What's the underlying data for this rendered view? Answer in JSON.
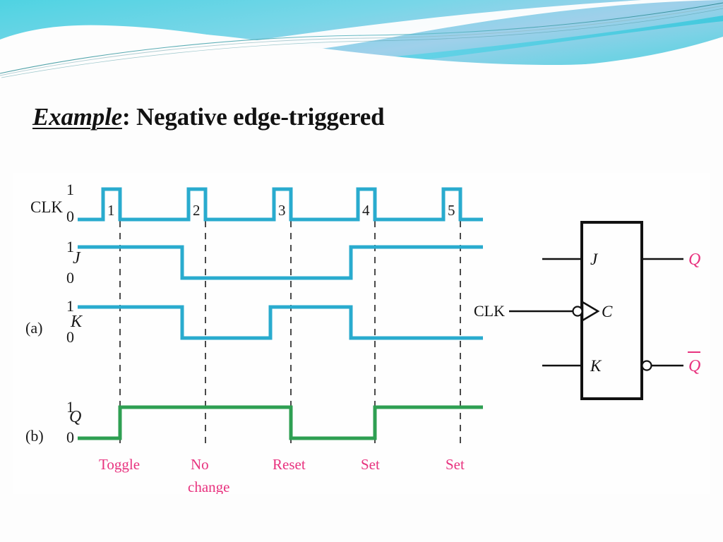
{
  "slide": {
    "title_emphasis": "Example",
    "title_rest": ": Negative edge-triggered",
    "background_color": "#fdfdfd",
    "banner_accent_color": "#3cc8e0"
  },
  "figure": {
    "part_a_label": "(a)",
    "part_b_label": "(b)",
    "signals": [
      {
        "name": "CLK",
        "high_label": "1",
        "low_label": "0",
        "color": "#29abce"
      },
      {
        "name": "J",
        "high_label": "1",
        "low_label": "0",
        "color": "#29abce"
      },
      {
        "name": "K",
        "high_label": "1",
        "low_label": "0",
        "color": "#29abce"
      },
      {
        "name": "Q",
        "high_label": "1",
        "low_label": "0",
        "color": "#2e9f52"
      }
    ],
    "clock_pulse_numbers": [
      "1",
      "2",
      "3",
      "4",
      "5"
    ],
    "annotations": [
      {
        "text": "Toggle",
        "color": "#e8337f"
      },
      {
        "text": "No",
        "second_line": "change",
        "color": "#e8337f"
      },
      {
        "text": "Reset",
        "color": "#e8337f"
      },
      {
        "text": "Set",
        "color": "#e8337f"
      },
      {
        "text": "Set",
        "color": "#e8337f"
      }
    ],
    "annotation_color": "#e8337f"
  },
  "symbol": {
    "input_j_label": "J",
    "input_c_label": "C",
    "input_k_label": "K",
    "clk_label": "CLK",
    "output_q_label": "Q",
    "output_qbar_label": "Q",
    "output_qbar_overbar": "̅",
    "output_color": "#e8337f",
    "body_color": "#111111"
  },
  "chart_data": {
    "type": "line",
    "title": "Negative edge-triggered JK flip-flop timing diagram",
    "xlabel": "",
    "ylabel": "",
    "x_range": [
      0,
      620
    ],
    "grid": false,
    "legend": "none",
    "trigger_edges_x": [
      170,
      291,
      412,
      531,
      652
    ],
    "series": [
      {
        "name": "CLK",
        "color": "#29abce",
        "levels": "pulse train, 5 positive pulses",
        "points": [
          [
            110,
            0
          ],
          [
            146,
            0
          ],
          [
            146,
            1
          ],
          [
            170,
            1
          ],
          [
            170,
            0
          ],
          [
            267,
            0
          ],
          [
            267,
            1
          ],
          [
            291,
            1
          ],
          [
            291,
            0
          ],
          [
            388,
            0
          ],
          [
            388,
            1
          ],
          [
            412,
            1
          ],
          [
            412,
            0
          ],
          [
            507,
            0
          ],
          [
            507,
            1
          ],
          [
            531,
            1
          ],
          [
            531,
            0
          ],
          [
            628,
            0
          ],
          [
            628,
            1
          ],
          [
            652,
            1
          ],
          [
            652,
            0
          ],
          [
            684,
            0
          ]
        ]
      },
      {
        "name": "J",
        "color": "#29abce",
        "points": [
          [
            110,
            1
          ],
          [
            258,
            1
          ],
          [
            258,
            0
          ],
          [
            497,
            0
          ],
          [
            497,
            1
          ],
          [
            684,
            1
          ]
        ]
      },
      {
        "name": "K",
        "color": "#29abce",
        "points": [
          [
            110,
            1
          ],
          [
            258,
            1
          ],
          [
            258,
            0
          ],
          [
            383,
            0
          ],
          [
            383,
            1
          ],
          [
            497,
            1
          ],
          [
            497,
            0
          ],
          [
            684,
            0
          ]
        ]
      },
      {
        "name": "Q",
        "color": "#2e9f52",
        "points": [
          [
            110,
            0
          ],
          [
            170,
            0
          ],
          [
            170,
            1
          ],
          [
            412,
            1
          ],
          [
            412,
            0
          ],
          [
            531,
            0
          ],
          [
            531,
            1
          ],
          [
            684,
            1
          ]
        ]
      }
    ],
    "annotations": [
      {
        "x": 170,
        "label": "Toggle"
      },
      {
        "x": 291,
        "label": "No change"
      },
      {
        "x": 412,
        "label": "Reset"
      },
      {
        "x": 531,
        "label": "Set"
      },
      {
        "x": 652,
        "label": "Set"
      }
    ]
  }
}
